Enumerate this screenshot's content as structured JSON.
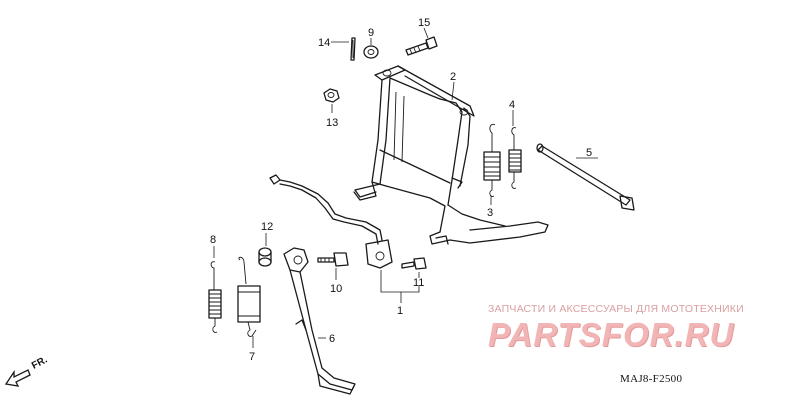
{
  "diagram": {
    "part_labels": {
      "p1": "1",
      "p2": "2",
      "p3": "3",
      "p4": "4",
      "p5": "5",
      "p6": "6",
      "p7": "7",
      "p8": "8",
      "p9": "9",
      "p10": "10",
      "p11": "11",
      "p12": "12",
      "p13": "13",
      "p14": "14",
      "p15": "15"
    },
    "front_indicator": "FR.",
    "diagram_code": "MAJ8-F2500"
  },
  "watermark": {
    "top_text": "ЗАПЧАСТИ И АКСЕССУАРЫ ДЛЯ МОТОТЕХНИКИ",
    "logo_text": "PARTSFOR.RU"
  }
}
